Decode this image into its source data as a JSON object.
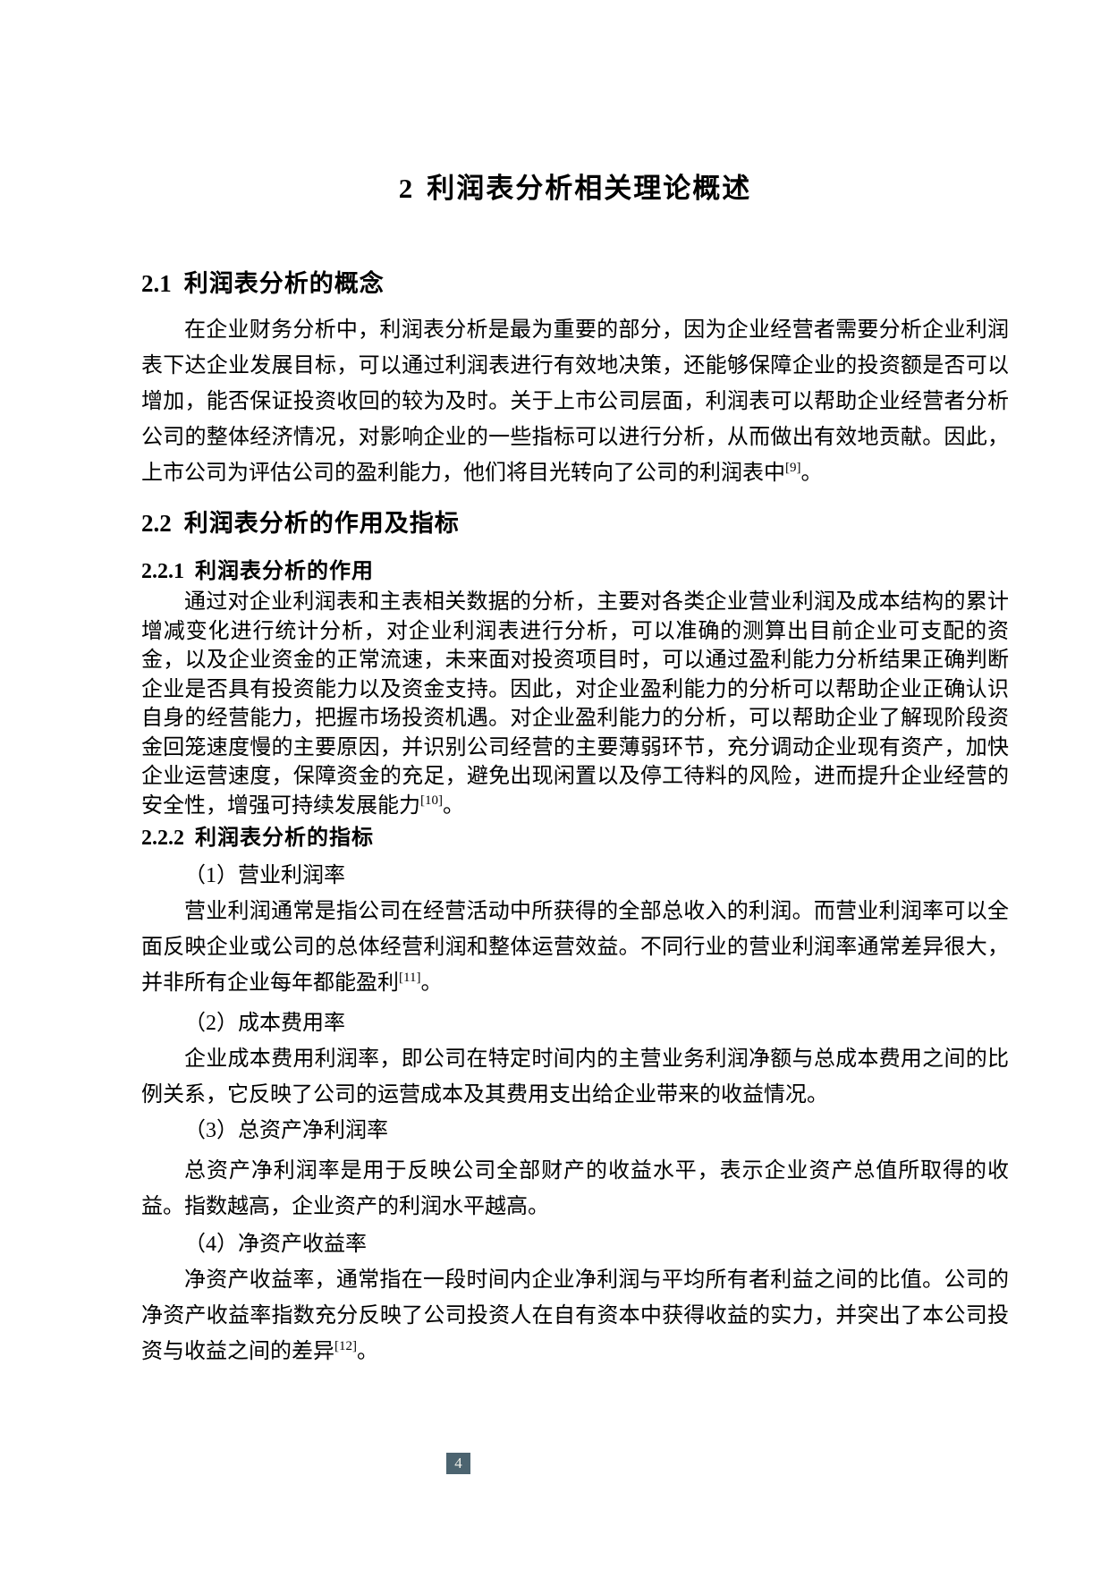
{
  "doc": {
    "title": {
      "num": "2",
      "text": "利润表分析相关理论概述"
    },
    "s21": {
      "heading": {
        "num": "2.1",
        "text": "利润表分析的概念"
      },
      "para": "在企业财务分析中，利润表分析是最为重要的部分，因为企业经营者需要分析企业利润表下达企业发展目标，可以通过利润表进行有效地决策，还能够保障企业的投资额是否可以增加，能否保证投资收回的较为及时。关于上市公司层面，利润表可以帮助企业经营者分析公司的整体经济情况，对影响企业的一些指标可以进行分析，从而做出有效地贡献。因此，上市公司为评估公司的盈利能力，他们将目光转向了公司的利润表中",
      "ref": "[9]",
      "tail": "。"
    },
    "s22": {
      "heading": {
        "num": "2.2",
        "text": "利润表分析的作用及指标"
      },
      "s221": {
        "heading": {
          "num": "2.2.1",
          "text": "利润表分析的作用"
        },
        "para": "通过对企业利润表和主表相关数据的分析，主要对各类企业营业利润及成本结构的累计增减变化进行统计分析，对企业利润表进行分析，可以准确的测算出目前企业可支配的资金，以及企业资金的正常流速，未来面对投资项目时，可以通过盈利能力分析结果正确判断企业是否具有投资能力以及资金支持。因此，对企业盈利能力的分析可以帮助企业正确认识自身的经营能力，把握市场投资机遇。对企业盈利能力的分析，可以帮助企业了解现阶段资金回笼速度慢的主要原因，并识别公司经营的主要薄弱环节，充分调动企业现有资产，加快企业运营速度，保障资金的充足，避免出现闲置以及停工待料的风险，进而提升企业经营的安全性，增强可持续发展能力",
        "ref": "[10]",
        "tail": "。"
      },
      "s222": {
        "heading": {
          "num": "2.2.2",
          "text": "利润表分析的指标"
        },
        "items": [
          {
            "label": "（1）营业利润率",
            "para": "营业利润通常是指公司在经营活动中所获得的全部总收入的利润。而营业利润率可以全面反映企业或公司的总体经营利润和整体运营效益。不同行业的营业利润率通常差异很大，并非所有企业每年都能盈利",
            "ref": "[11]",
            "tail": "。"
          },
          {
            "label": "（2）成本费用率",
            "para": "企业成本费用利润率，即公司在特定时间内的主营业务利润净额与总成本费用之间的比例关系，它反映了公司的运营成本及其费用支出给企业带来的收益情况。",
            "ref": "",
            "tail": ""
          },
          {
            "label": "（3）总资产净利润率",
            "para": "总资产净利润率是用于反映公司全部财产的收益水平，表示企业资产总值所取得的收益。指数越高，企业资产的利润水平越高。",
            "ref": "",
            "tail": ""
          },
          {
            "label": "（4）净资产收益率",
            "para": "净资产收益率，通常指在一段时间内企业净利润与平均所有者利益之间的比值。公司的净资产收益率指数充分反映了公司投资人在自有资本中获得收益的实力，并突出了本公司投资与收益之间的差异",
            "ref": "[12]",
            "tail": "。"
          }
        ]
      }
    },
    "footer": {
      "page_number": "4"
    }
  },
  "colors": {
    "background": "#ffffff",
    "text": "#000000",
    "page_badge_bg": "#4c6470",
    "page_badge_text": "#f2f2ea"
  }
}
